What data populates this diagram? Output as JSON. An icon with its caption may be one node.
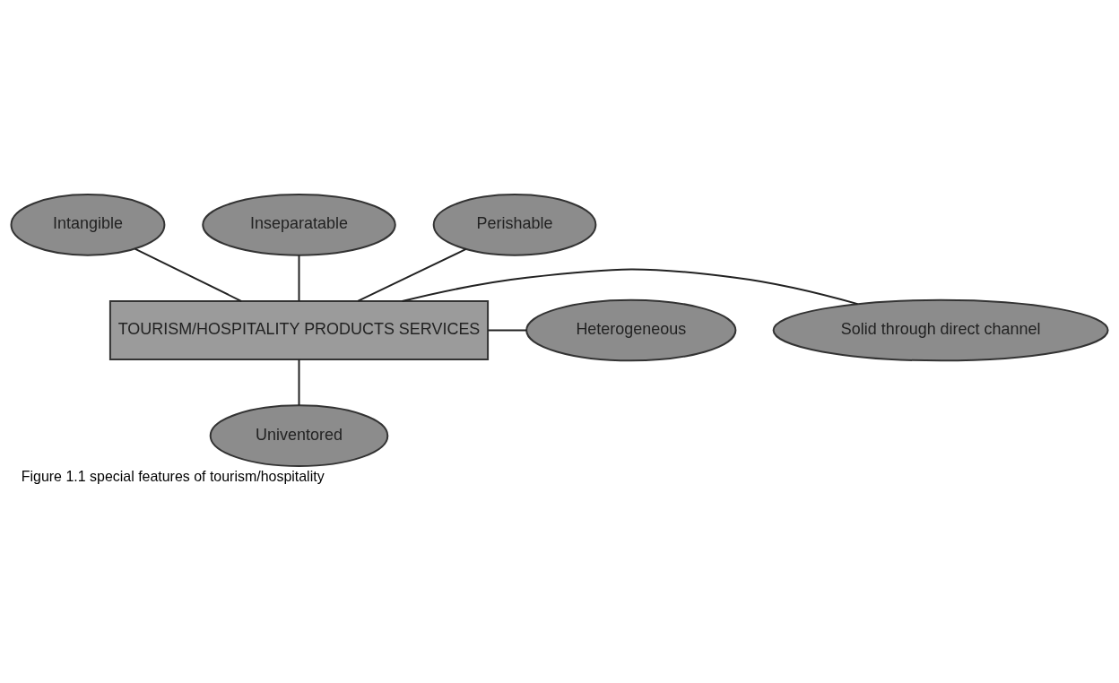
{
  "diagram": {
    "caption": "Figure 1.1 special features of tourism/hospitality",
    "nodes": [
      {
        "text": [
          "Intangible"
        ]
      },
      {
        "text": [
          "Inseparatable"
        ]
      },
      {
        "text": [
          "Perishable"
        ]
      },
      {
        "text": [
          "TOURISM/HOSPITALITY PRODUCTS SERVICES"
        ]
      },
      {
        "text": [
          "Solid through direct channel"
        ]
      },
      {
        "text": [
          "Univentored"
        ]
      },
      {
        "text": [
          "Heterogeneous"
        ]
      }
    ],
    "edges": [
      {
        "from": 0,
        "to": 3,
        "arrow": "none"
      },
      {
        "from": 1,
        "to": 3,
        "arrow": "none"
      },
      {
        "from": 2,
        "to": 3,
        "arrow": "none"
      },
      {
        "from": 3,
        "to": 4,
        "arrow": "none"
      },
      {
        "from": 3,
        "to": 5,
        "arrow": "none"
      },
      {
        "from": 3,
        "to": 6,
        "arrow": "none"
      }
    ]
  }
}
